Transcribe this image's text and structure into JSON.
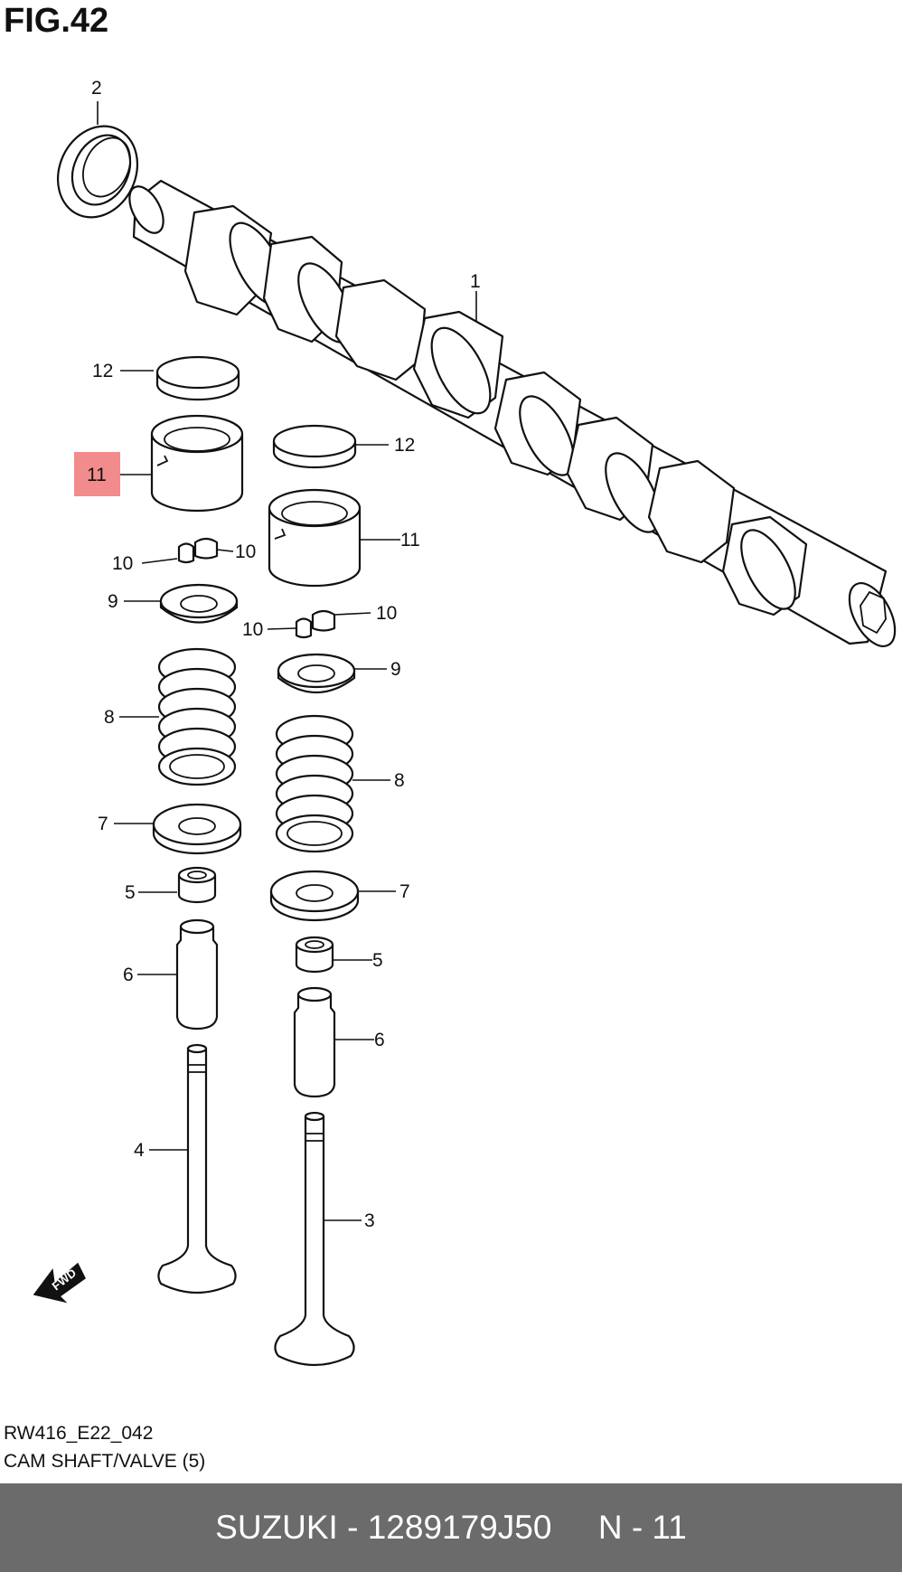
{
  "figure": {
    "title": "FIG.42"
  },
  "callouts": {
    "c1": "1",
    "c2": "2",
    "c3": "3",
    "c4": "4",
    "c5a": "5",
    "c5b": "5",
    "c6a": "6",
    "c6b": "6",
    "c7a": "7",
    "c7b": "7",
    "c8a": "8",
    "c8b": "8",
    "c9a": "9",
    "c9b": "9",
    "c10a": "10",
    "c10b": "10",
    "c10c": "10",
    "c10d": "10",
    "c11a": "11",
    "c11b": "11",
    "c12a": "12",
    "c12b": "12"
  },
  "highlight": {
    "label": "11",
    "color": "#f28b8b"
  },
  "fwd": {
    "label": "FWD"
  },
  "diagram_code": "RW416_E22_042",
  "caption": "CAM SHAFT/VALVE (5)",
  "footer": {
    "text": "SUZUKI - 1289179J50     N - 11",
    "background": "#6b6b6b"
  }
}
